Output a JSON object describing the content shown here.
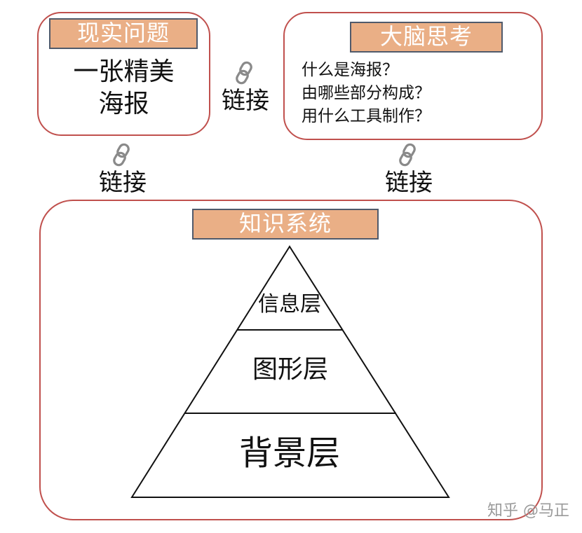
{
  "colors": {
    "box_border": "#c0504d",
    "tag_fill": "#eaaf86",
    "tag_border": "#505a6b",
    "tag_text": "#ffffff",
    "text": "#111111",
    "watermark": "#9a9a9a"
  },
  "real_problem": {
    "title": "现实问题",
    "lines": [
      "一张精美",
      "海报"
    ]
  },
  "brain_thinking": {
    "title": "大脑思考",
    "questions": [
      "什么是海报？",
      "由哪些部分构成？",
      "用什么工具制作？"
    ]
  },
  "links": {
    "label": "链接",
    "icon": "chain-link-icon"
  },
  "knowledge_system": {
    "title": "知识系统",
    "layers": [
      "信息层",
      "图形层",
      "背景层"
    ]
  },
  "watermark": "知乎 @马正"
}
